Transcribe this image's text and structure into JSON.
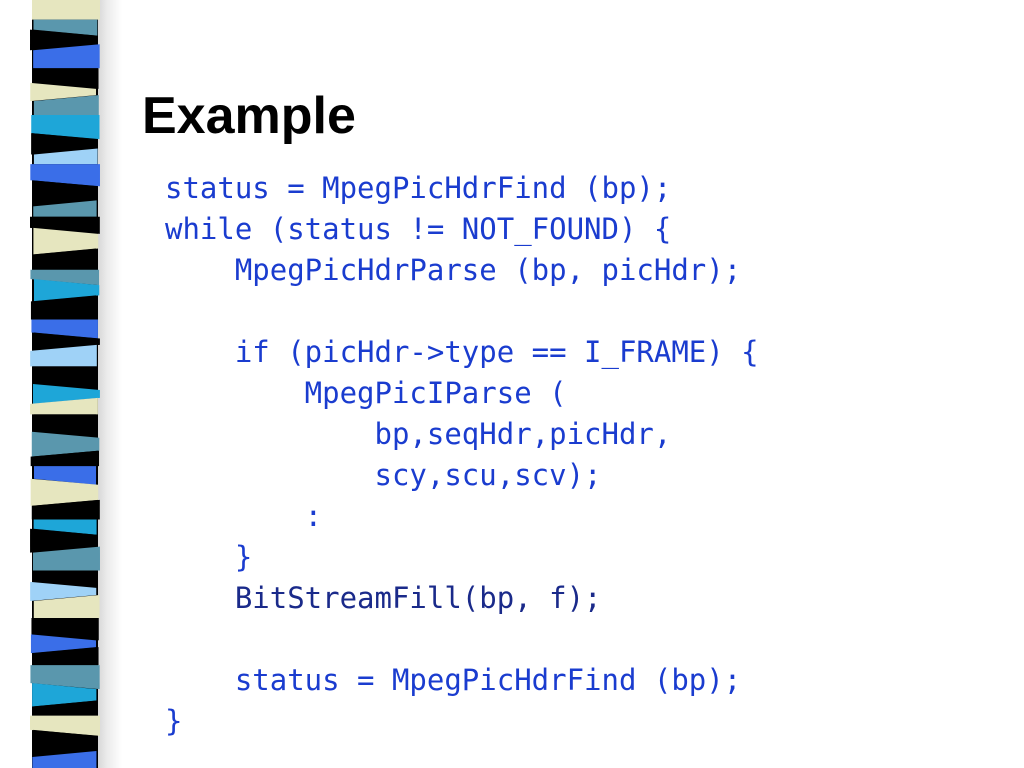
{
  "slide": {
    "title": "Example",
    "code_color": "#1a3ccf",
    "code_color_alt": "#1a2a8a",
    "code_lines": [
      "status = MpegPicHdrFind (bp);",
      "while (status != NOT_FOUND) {",
      "    MpegPicHdrParse (bp, picHdr);",
      "",
      "    if (picHdr->type == I_FRAME) {",
      "        MpegPicIParse (",
      "            bp,seqHdr,picHdr,",
      "            scy,scu,scv);",
      "        :",
      "    }",
      "    BitStreamFill(bp, f);",
      "",
      "    status = MpegPicHdrFind (bp);",
      "}"
    ]
  },
  "strip": {
    "colors": {
      "black": "#000000",
      "teal": "#5a97ad",
      "blue": "#3a6ee8",
      "cream": "#e6e6bf",
      "sky": "#9fd2f7",
      "cyan": "#1ea6d8"
    },
    "pattern": [
      "cream",
      "teal",
      "black",
      "blue",
      "black",
      "cream",
      "teal",
      "cyan",
      "black",
      "sky",
      "blue",
      "black",
      "teal",
      "black",
      "cream",
      "black",
      "teal",
      "cyan",
      "black",
      "blue",
      "black",
      "sky",
      "black",
      "cyan",
      "cream",
      "black",
      "teal",
      "black",
      "blue",
      "cream",
      "black",
      "cyan",
      "black",
      "teal",
      "black",
      "sky",
      "cream",
      "black",
      "blue",
      "black",
      "teal",
      "cyan",
      "black",
      "cream",
      "black",
      "blue"
    ]
  }
}
